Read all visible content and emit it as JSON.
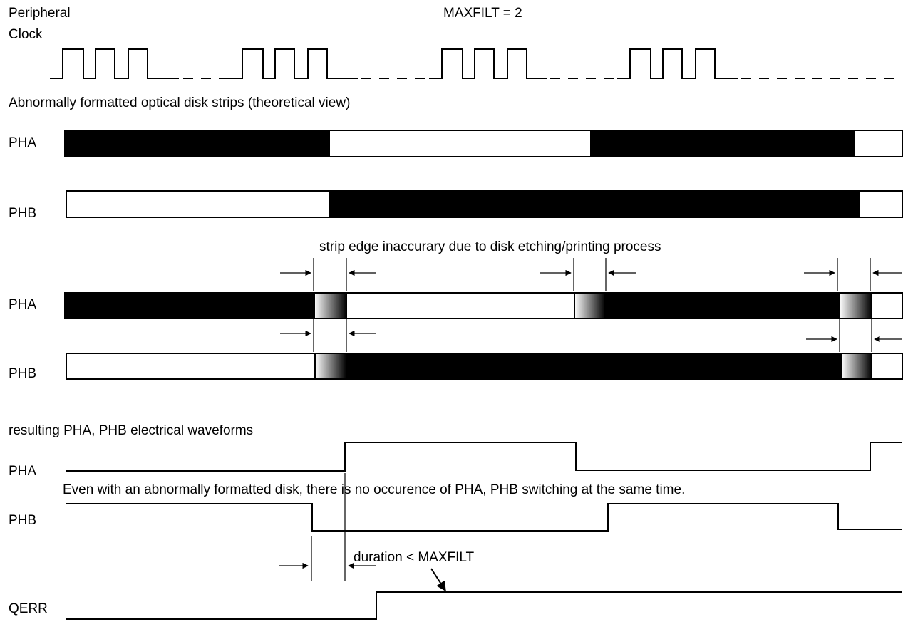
{
  "header": {
    "clock_label_line1": "Peripheral",
    "clock_label_line2": "Clock",
    "maxfilt": "MAXFILT = 2"
  },
  "sections": {
    "theoretical": "Abnormally formatted optical disk strips (theoretical view)",
    "inaccuracy": "strip edge inaccurary due to disk etching/printing process",
    "waveforms": "resulting PHA, PHB electrical waveforms"
  },
  "labels": {
    "pha": "PHA",
    "phb": "PHB",
    "qerr": "QERR"
  },
  "annotations": {
    "no_switch": "Even with an abnormally formatted disk, there is no occurence of  PHA, PHB switching at the same time.",
    "duration": "duration < MAXFILT"
  },
  "colors": {
    "ink": "#000000",
    "paper": "#ffffff",
    "gradient_light": "#ffffff",
    "gradient_dark": "#000000"
  },
  "icons": [
    "arrow-right-icon",
    "arrow-left-icon",
    "callout-arrow-icon"
  ]
}
